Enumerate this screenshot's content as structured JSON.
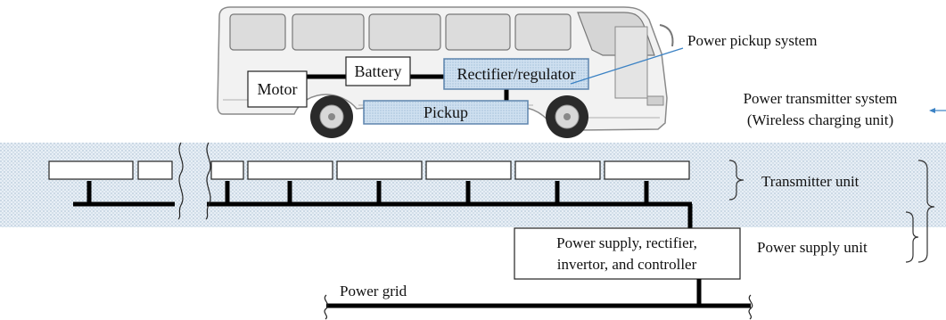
{
  "labels": {
    "motor": "Motor",
    "battery": "Battery",
    "rectifier_regulator": "Rectifier/regulator",
    "pickup": "Pickup",
    "power_pickup_system": "Power pickup system",
    "power_transmitter_line1": "Power transmitter system",
    "power_transmitter_line2": "(Wireless charging unit)",
    "transmitter_unit": "Transmitter unit",
    "power_supply_box_line1": "Power supply, rectifier,",
    "power_supply_box_line2": "invertor, and controller",
    "power_supply_unit": "Power supply unit",
    "power_grid": "Power grid"
  },
  "colors": {
    "ground_fill": "#e6eef5",
    "ground_dots": "#a9bed0",
    "highlight_box": "#c9dcef",
    "highlight_border": "#5d84ad",
    "leader_line": "#3b82c4",
    "wire": "#000000"
  }
}
